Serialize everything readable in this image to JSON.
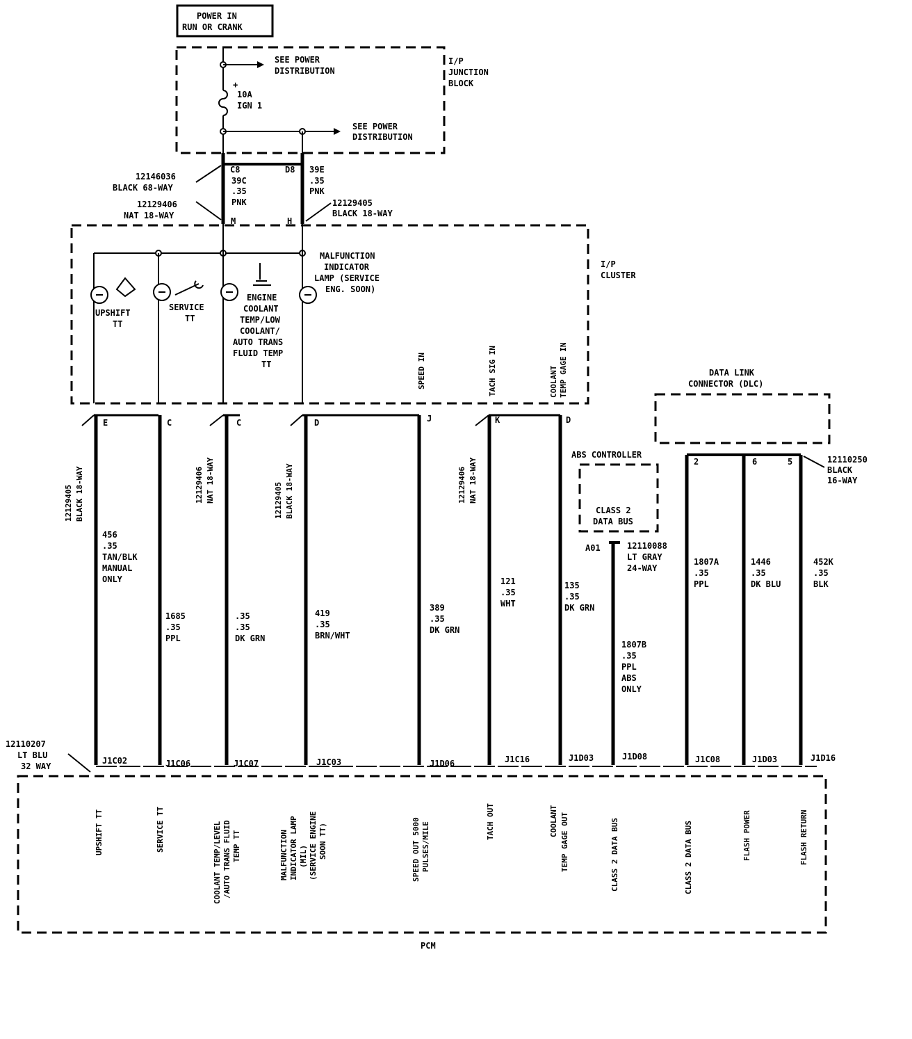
{
  "power_box": {
    "line1": "POWER IN",
    "line2": "RUN OR CRANK"
  },
  "junction": {
    "label1": "I/P",
    "label2": "JUNCTION",
    "label3": "BLOCK",
    "see_power_1a": "SEE POWER",
    "see_power_1b": "DISTRIBUTION",
    "see_power_2a": "SEE POWER",
    "see_power_2b": "DISTRIBUTION",
    "fuse_plus": "+",
    "fuse_amp": "10A",
    "fuse_name": "IGN 1"
  },
  "upper_connectors": {
    "left_part1": "12146036",
    "left_part1b": "BLACK 68-WAY",
    "left_part2": "12129406",
    "left_part2b": "NAT 18-WAY",
    "right_part": "12129405",
    "right_partb": "BLACK 18-WAY",
    "pin_c8": "C8",
    "pin_d8": "D8",
    "pin_m": "M",
    "pin_h": "H",
    "wire_39c": [
      "39C",
      ".35",
      "PNK"
    ],
    "wire_39e": [
      "39E",
      ".35",
      "PNK"
    ]
  },
  "cluster": {
    "label1": "I/P",
    "label2": "CLUSTER",
    "upshift": [
      "UPSHIFT",
      "TT"
    ],
    "service": [
      "SERVICE",
      "TT"
    ],
    "coolant": [
      "ENGINE",
      "COOLANT",
      "TEMP/LOW",
      "COOLANT/",
      "AUTO TRANS",
      "FLUID TEMP",
      "TT"
    ],
    "mil": [
      "MALFUNCTION",
      "INDICATOR",
      "LAMP (SERVICE",
      "ENG.   SOON)"
    ],
    "speed_in": "SPEED IN",
    "tach_sig": "TACH SIG IN",
    "coolant_gage": [
      "COOLANT",
      "TEMP GAGE IN"
    ]
  },
  "dlc": {
    "label1": "DATA LINK",
    "label2": "CONNECTOR (DLC)"
  },
  "abs": {
    "label": "ABS CONTROLLER",
    "bus1": "CLASS 2",
    "bus2": "DATA BUS",
    "pin": "A01",
    "conn": [
      "12110088",
      "LT GRAY",
      "24-WAY"
    ]
  },
  "mid_connectors": {
    "c1": [
      "12129405",
      "BLACK 18-WAY"
    ],
    "c2": [
      "12129406",
      "NAT 18-WAY"
    ],
    "c3": [
      "12129405",
      "BLACK 18-WAY"
    ],
    "c4": [
      "12129406",
      "NAT 18-WAY"
    ],
    "dlc_conn": [
      "12110250",
      "BLACK",
      "16-WAY"
    ]
  },
  "pins": {
    "e": "E",
    "c1": "C",
    "c2": "C",
    "d1": "D",
    "j": "J",
    "k": "K",
    "d2": "D",
    "p2": "2",
    "p6": "6",
    "p5": "5"
  },
  "wires": {
    "w456": [
      "456",
      ".35",
      "TAN/BLK",
      "MANUAL",
      "ONLY"
    ],
    "w1685": [
      "1685",
      ".35",
      "PPL"
    ],
    "w35": [
      ".35",
      ".35",
      "DK GRN"
    ],
    "w419": [
      "419",
      ".35",
      "BRN/WHT"
    ],
    "w389": [
      "389",
      ".35",
      "DK GRN"
    ],
    "w121": [
      "121",
      ".35",
      "WHT"
    ],
    "w135": [
      "135",
      ".35",
      "DK GRN"
    ],
    "w1807b": [
      "1807B",
      ".35",
      "PPL",
      "ABS",
      "ONLY"
    ],
    "w1807a": [
      "1807A",
      ".35",
      "PPL"
    ],
    "w1446": [
      "1446",
      ".35",
      "DK BLU"
    ],
    "w452k": [
      "452K",
      ".35",
      "BLK"
    ]
  },
  "pcm_conn": {
    "part": "12110207",
    "color": "LT BLU",
    "way": "32 WAY"
  },
  "pcm_pins": [
    "J1C02",
    "J1C06",
    "J1C07",
    "J1C03",
    "J1D06",
    "J1C16",
    "J1D03",
    "J1D08",
    "J1C08",
    "J1D03",
    "J1D16"
  ],
  "pcm_functions": [
    [
      "UPSHIFT TT"
    ],
    [
      "SERVICE TT"
    ],
    [
      "COOLANT TEMP/LEVEL",
      "/AUTO TRANS FLUID",
      "TEMP TT"
    ],
    [
      "MALFUNCTION",
      "INDICATOR LAMP",
      "(MIL)",
      "(SERVICE ENGINE",
      "SOON TT)"
    ],
    [
      "SPEED OUT 5000",
      "PULSES/MILE"
    ],
    [
      "TACH OUT"
    ],
    [
      "COOLANT",
      "TEMP GAGE OUT"
    ],
    [
      "CLASS 2 DATA BUS"
    ],
    [
      "CLASS 2 DATA BUS"
    ],
    [
      "FLASH POWER"
    ],
    [
      "FLASH RETURN"
    ]
  ],
  "pcm_label": "PCM"
}
